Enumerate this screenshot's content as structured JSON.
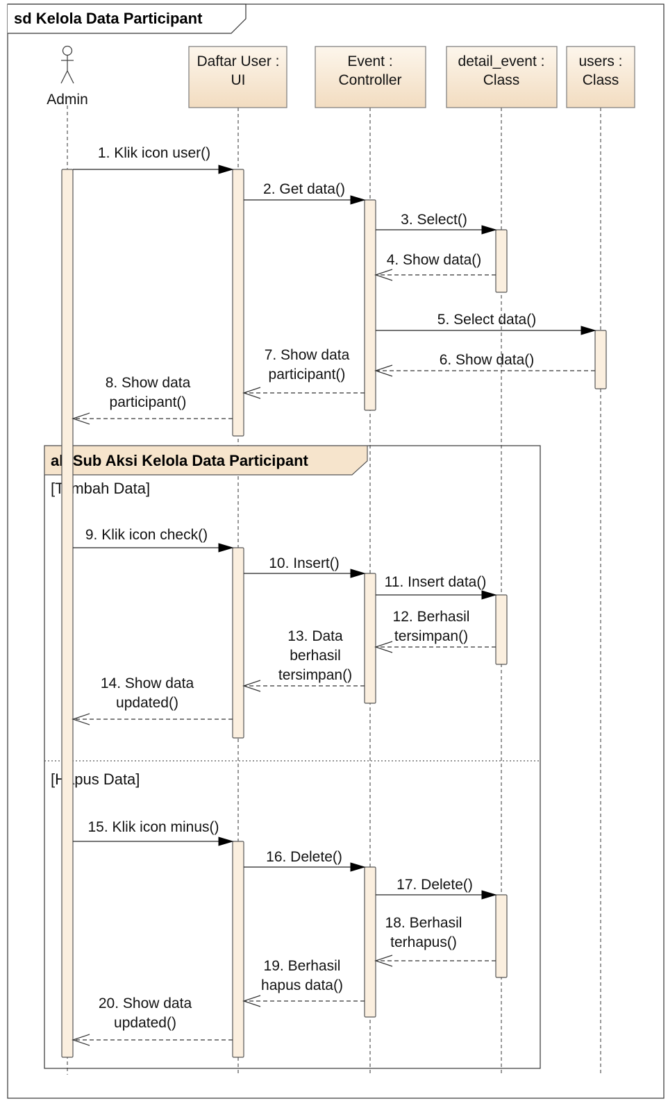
{
  "frame_title": "sd Kelola Data Participant",
  "colors": {
    "head_top": "#fdf6ec",
    "head_bottom": "#f2dcc0",
    "activation": "#fbefdf",
    "alt_tab": "#f6e4cc",
    "line": "#333333"
  },
  "actor": {
    "name": "Admin",
    "icon": "stick-figure-icon"
  },
  "lifelines": [
    {
      "id": "ui",
      "lines": [
        "Daftar User :",
        "UI"
      ]
    },
    {
      "id": "controller",
      "lines": [
        "Event :",
        "Controller"
      ]
    },
    {
      "id": "detail_event",
      "lines": [
        "detail_event :",
        "Class"
      ]
    },
    {
      "id": "users",
      "lines": [
        "users :",
        "Class"
      ]
    }
  ],
  "alt": {
    "title": "alt Sub Aksi Kelola Data Participant",
    "guards": [
      "[Tambah Data]",
      "[Hapus Data]"
    ]
  },
  "messages": [
    {
      "n": 1,
      "from": "admin",
      "to": "ui",
      "kind": "sync",
      "lines": [
        "1. Klik icon user()"
      ]
    },
    {
      "n": 2,
      "from": "ui",
      "to": "controller",
      "kind": "sync",
      "lines": [
        "2. Get data()"
      ]
    },
    {
      "n": 3,
      "from": "controller",
      "to": "detail_event",
      "kind": "sync",
      "lines": [
        "3. Select()"
      ]
    },
    {
      "n": 4,
      "from": "detail_event",
      "to": "controller",
      "kind": "return",
      "lines": [
        "4. Show data()"
      ]
    },
    {
      "n": 5,
      "from": "controller",
      "to": "users",
      "kind": "sync",
      "lines": [
        "5. Select data()"
      ]
    },
    {
      "n": 6,
      "from": "users",
      "to": "controller",
      "kind": "return",
      "lines": [
        "6. Show data()"
      ]
    },
    {
      "n": 7,
      "from": "controller",
      "to": "ui",
      "kind": "return",
      "lines": [
        "7. Show data",
        "participant()"
      ]
    },
    {
      "n": 8,
      "from": "ui",
      "to": "admin",
      "kind": "return",
      "lines": [
        "8. Show data",
        "participant()"
      ]
    },
    {
      "n": 9,
      "from": "admin",
      "to": "ui",
      "kind": "sync",
      "lines": [
        "9. Klik icon check()"
      ]
    },
    {
      "n": 10,
      "from": "ui",
      "to": "controller",
      "kind": "sync",
      "lines": [
        "10. Insert()"
      ]
    },
    {
      "n": 11,
      "from": "controller",
      "to": "detail_event",
      "kind": "sync",
      "lines": [
        "11. Insert data()"
      ]
    },
    {
      "n": 12,
      "from": "detail_event",
      "to": "controller",
      "kind": "return",
      "lines": [
        "12. Berhasil",
        "tersimpan()"
      ]
    },
    {
      "n": 13,
      "from": "controller",
      "to": "ui",
      "kind": "return",
      "lines": [
        "13. Data",
        "berhasil",
        "tersimpan()"
      ]
    },
    {
      "n": 14,
      "from": "ui",
      "to": "admin",
      "kind": "return",
      "lines": [
        "14. Show data",
        "updated()"
      ]
    },
    {
      "n": 15,
      "from": "admin",
      "to": "ui",
      "kind": "sync",
      "lines": [
        "15. Klik icon minus()"
      ]
    },
    {
      "n": 16,
      "from": "ui",
      "to": "controller",
      "kind": "sync",
      "lines": [
        "16. Delete()"
      ]
    },
    {
      "n": 17,
      "from": "controller",
      "to": "detail_event",
      "kind": "sync",
      "lines": [
        "17. Delete()"
      ]
    },
    {
      "n": 18,
      "from": "detail_event",
      "to": "controller",
      "kind": "return",
      "lines": [
        "18. Berhasil",
        "terhapus()"
      ]
    },
    {
      "n": 19,
      "from": "controller",
      "to": "ui",
      "kind": "return",
      "lines": [
        "19. Berhasil",
        "hapus data()"
      ]
    },
    {
      "n": 20,
      "from": "ui",
      "to": "admin",
      "kind": "return",
      "lines": [
        "20. Show data",
        "updated()"
      ]
    }
  ]
}
